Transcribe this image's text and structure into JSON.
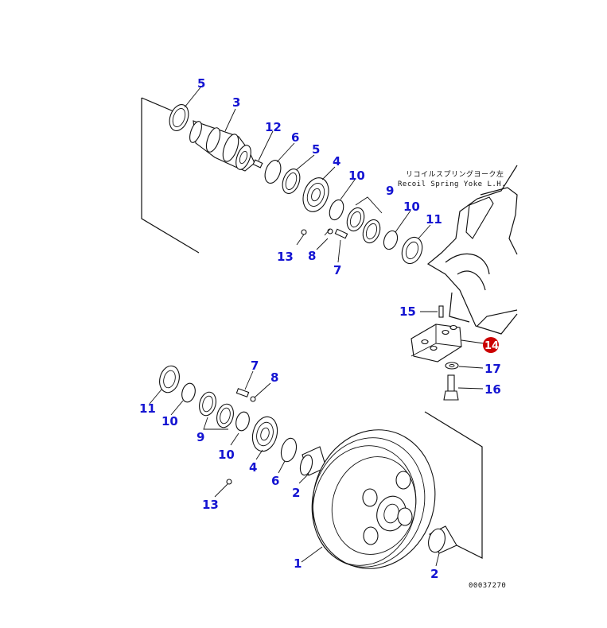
{
  "annotation_jp": "リコイルスプリングヨーク左",
  "annotation_en": "Recoil Spring Yoke L.H.",
  "drawing_number": "00037270",
  "highlight_color": "#cc0000",
  "callout_color": "#1414d2",
  "callouts_top": [
    "5",
    "3",
    "12",
    "6",
    "5",
    "4",
    "10",
    "9",
    "10",
    "11",
    "13",
    "8",
    "7"
  ],
  "callouts_yoke": [
    "15",
    "14",
    "17",
    "16"
  ],
  "callouts_bottom": [
    "7",
    "8",
    "11",
    "10",
    "9",
    "10",
    "4",
    "6",
    "2",
    "13",
    "1",
    "2"
  ]
}
